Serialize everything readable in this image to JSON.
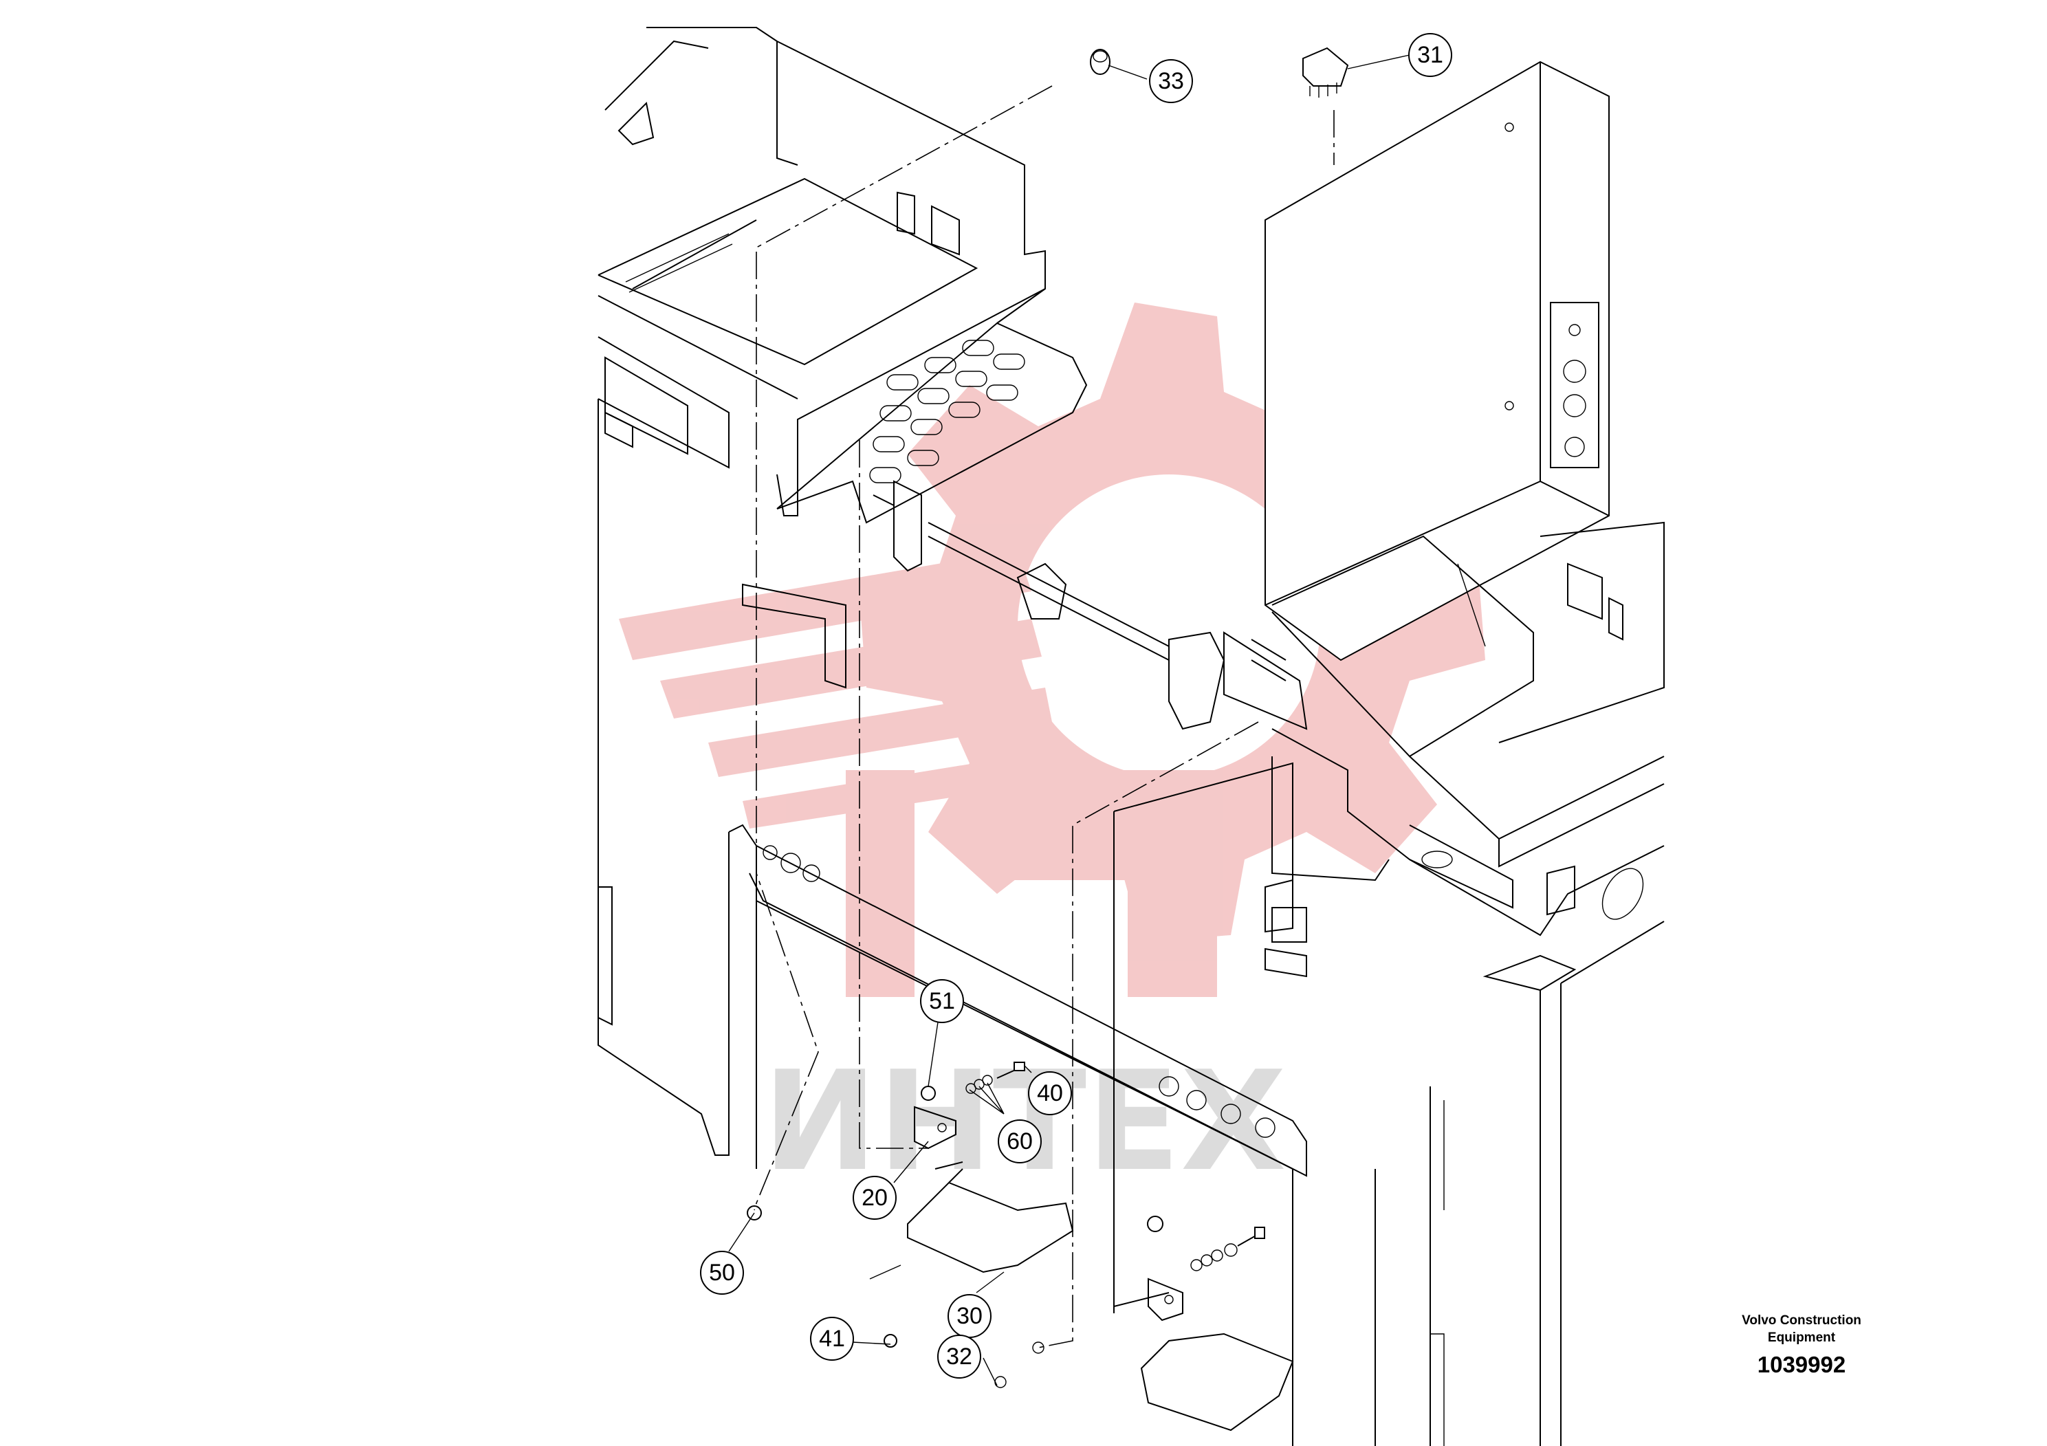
{
  "brand": {
    "line1": "Volvo Construction",
    "line2": "Equipment"
  },
  "drawing_number": "1039992",
  "watermark": {
    "text": "ИНТЕХ",
    "gear_color": "#f2b5b5",
    "text_color": "#d6d6d6"
  },
  "callouts": [
    {
      "id": "33",
      "label": "33"
    },
    {
      "id": "31",
      "label": "31"
    },
    {
      "id": "51",
      "label": "51"
    },
    {
      "id": "40",
      "label": "40"
    },
    {
      "id": "60",
      "label": "60"
    },
    {
      "id": "20",
      "label": "20"
    },
    {
      "id": "50",
      "label": "50"
    },
    {
      "id": "30",
      "label": "30"
    },
    {
      "id": "41",
      "label": "41"
    },
    {
      "id": "32",
      "label": "32"
    }
  ]
}
